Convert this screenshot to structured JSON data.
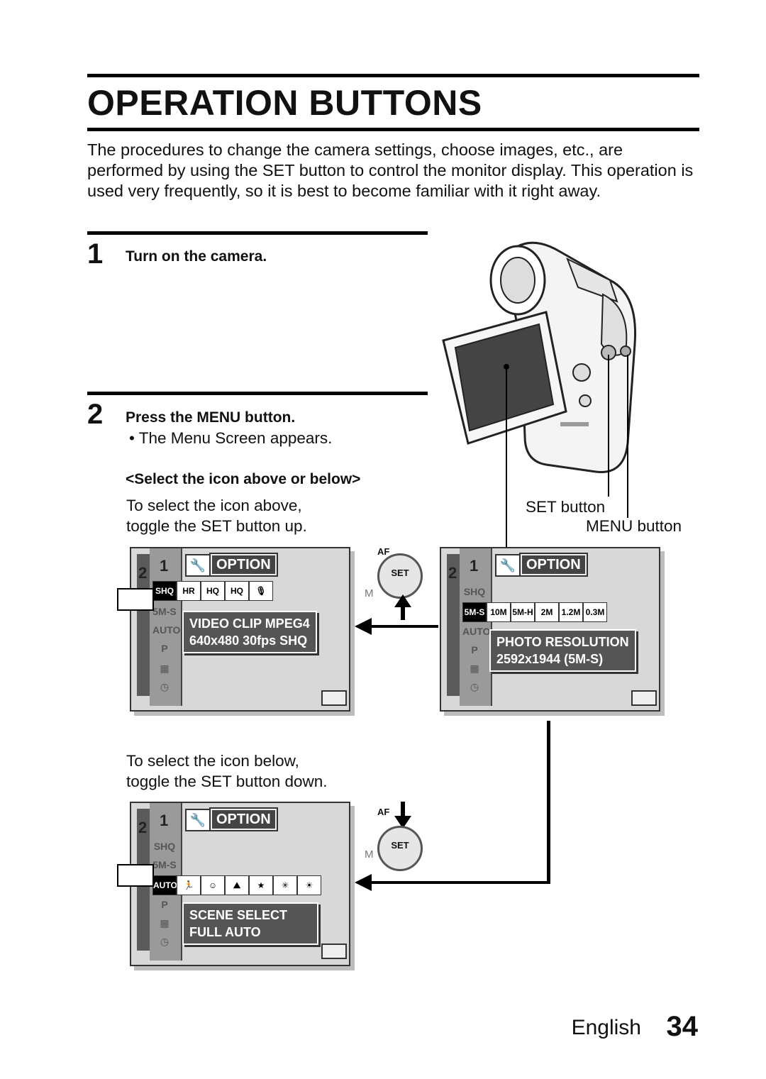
{
  "page": {
    "title": "OPERATION BUTTONS",
    "intro": "The procedures to change the camera settings, choose images, etc., are performed by using the SET button to control the monitor display. This operation is used very frequently, so it is best to become familiar with it right away."
  },
  "steps": [
    {
      "number": "1",
      "text": "Turn on the camera."
    },
    {
      "number": "2",
      "text": "Press the MENU button.",
      "bullet": "• The Menu Screen appears."
    }
  ],
  "subheading": "<Select the icon above or below>",
  "up_instruction": {
    "line1": "To select the icon above,",
    "line2": "toggle the SET button up."
  },
  "down_instruction": {
    "line1": "To select the icon below,",
    "line2": "toggle the SET button down."
  },
  "callouts": {
    "set_button": "SET button",
    "menu_button": "MENU button"
  },
  "screens": {
    "top_left": {
      "tab_numbers": [
        "2",
        "1"
      ],
      "option_label": "OPTION",
      "row_icons": [
        "SHQ",
        "HR",
        "HQ",
        "HQ",
        "mic"
      ],
      "side_labels": [
        "SHQ",
        "5M-S",
        "AUTO",
        "P"
      ],
      "info_line1": "VIDEO CLIP MPEG4",
      "info_line2": "640x480 30fps SHQ"
    },
    "top_right": {
      "tab_numbers": [
        "2",
        "1"
      ],
      "option_label": "OPTION",
      "row_icons": [
        "5M-S",
        "10M",
        "5M-H",
        "2M",
        "1.2M",
        "0.3M"
      ],
      "side_labels": [
        "SHQ",
        "5M-S",
        "AUTO",
        "P"
      ],
      "info_line1": "PHOTO RESOLUTION",
      "info_line2": "2592x1944 (5M-S)"
    },
    "bottom": {
      "tab_numbers": [
        "2",
        "1"
      ],
      "option_label": "OPTION",
      "row_icons": [
        "AUTO",
        "sport",
        "portrait",
        "landscape",
        "night",
        "fireworks",
        "lamp"
      ],
      "side_labels": [
        "SHQ",
        "5M-S",
        "P"
      ],
      "info_line1": "SCENE SELECT",
      "info_line2": "FULL AUTO"
    }
  },
  "dial": {
    "label": "SET",
    "af_label": "AF",
    "m_label": "M"
  },
  "footer": {
    "language": "English",
    "page_number": "34"
  }
}
